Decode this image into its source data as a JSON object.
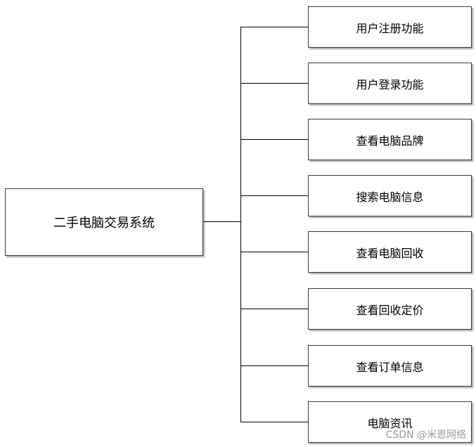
{
  "root": {
    "label": "二手电脑交易系统"
  },
  "children": [
    {
      "label": "用户注册功能"
    },
    {
      "label": "用户登录功能"
    },
    {
      "label": "查看电脑品牌"
    },
    {
      "label": "搜索电脑信息"
    },
    {
      "label": "查看电脑回收"
    },
    {
      "label": "查看回收定价"
    },
    {
      "label": "查看订单信息"
    },
    {
      "label": "电脑资讯"
    }
  ],
  "watermark": "CSDN @米恩网络"
}
